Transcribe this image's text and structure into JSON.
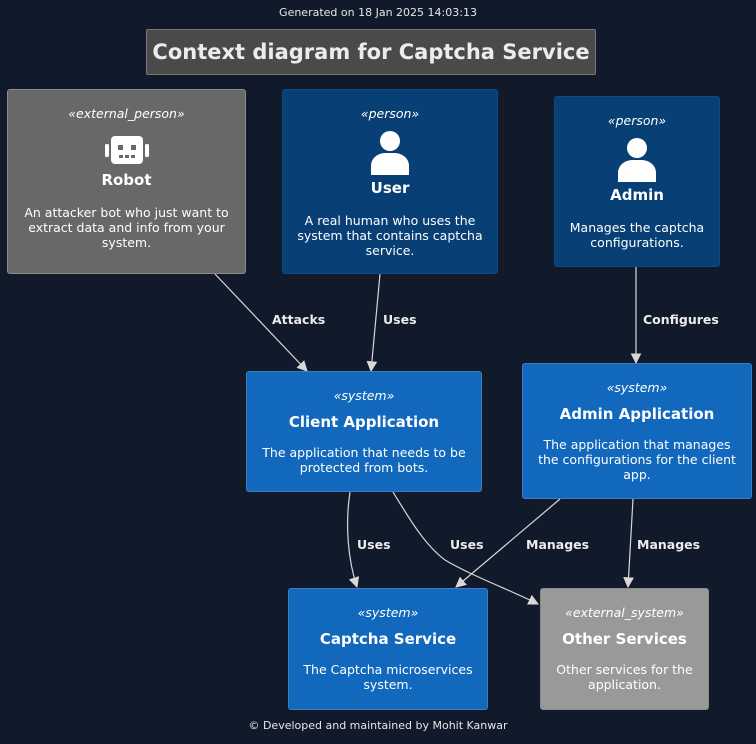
{
  "header": {
    "generated": "Generated on 18 Jan 2025  14:03:13"
  },
  "title": "Context diagram for Captcha Service",
  "footer": "© Developed and maintained by Mohit Kanwar",
  "nodes": {
    "robot": {
      "stereotype": "«external_person»",
      "name": "Robot",
      "desc1": "An attacker bot who just want to",
      "desc2": "extract data and info from your",
      "desc3": "system.",
      "icon": "robot-icon"
    },
    "user": {
      "stereotype": "«person»",
      "name": "User",
      "desc1": "A real human who uses the",
      "desc2": "system that contains captcha",
      "desc3": "service.",
      "icon": "person-icon"
    },
    "admin": {
      "stereotype": "«person»",
      "name": "Admin",
      "desc1": "Manages the captcha",
      "desc2": "configurations.",
      "icon": "person-icon"
    },
    "client_app": {
      "stereotype": "«system»",
      "name": "Client Application",
      "desc1": "The application that needs to be",
      "desc2": "protected from bots."
    },
    "admin_app": {
      "stereotype": "«system»",
      "name": "Admin Application",
      "desc1": "The application that manages",
      "desc2": "the configurations for the client",
      "desc3": "app."
    },
    "captcha": {
      "stereotype": "«system»",
      "name": "Captcha Service",
      "desc1": "The Captcha microservices",
      "desc2": "system."
    },
    "other": {
      "stereotype": "«external_system»",
      "name": "Other Services",
      "desc1": "Other services for the",
      "desc2": "application."
    }
  },
  "relations": {
    "attacks": "Attacks",
    "uses_user": "Uses",
    "configures": "Configures",
    "uses_captcha": "Uses",
    "uses_other": "Uses",
    "manages_captcha": "Manages",
    "manages_other": "Manages"
  },
  "colors": {
    "background": "#111a2b",
    "external_person": "#686868",
    "person": "#083f75",
    "system": "#1168bd",
    "external_system": "#999999",
    "edge": "#d8d8d8"
  }
}
